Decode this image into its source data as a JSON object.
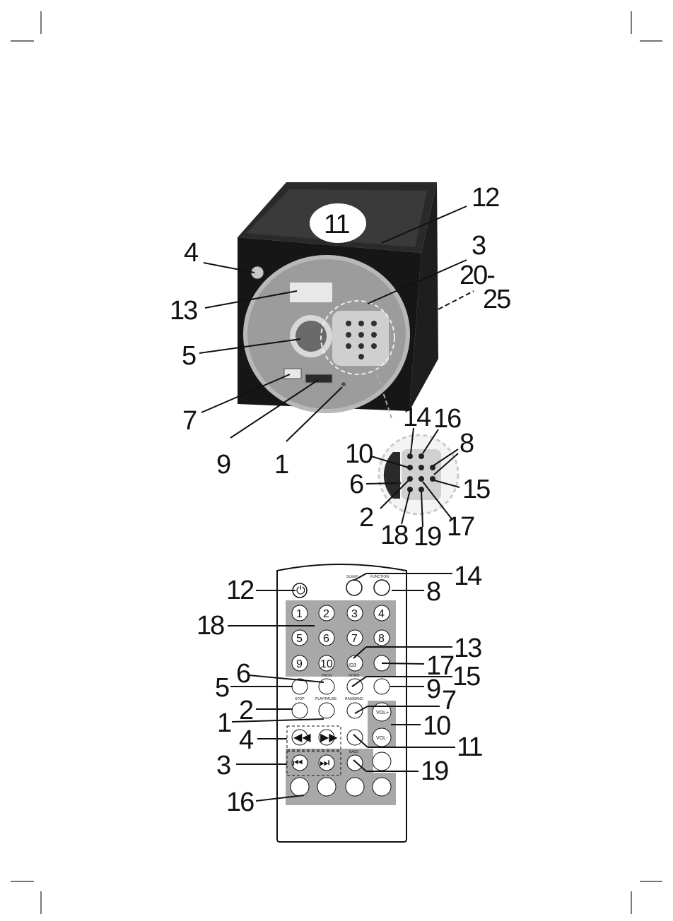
{
  "device": {
    "callouts": [
      "11",
      "12",
      "3",
      "20-",
      "25",
      "4",
      "13",
      "5",
      "7",
      "9",
      "1"
    ]
  },
  "panel": {
    "callouts": [
      "14",
      "16",
      "8",
      "10",
      "6",
      "15",
      "2",
      "18",
      "19",
      "17"
    ]
  },
  "remote": {
    "callouts": [
      "12",
      "14",
      "8",
      "18",
      "13",
      "17",
      "6",
      "15",
      "5",
      "9",
      "2",
      "7",
      "1",
      "10",
      "4",
      "11",
      "3",
      "19",
      "16"
    ],
    "button_labels": {
      "sleep": "SLEEP",
      "function": "FUNCTION",
      "prog": "PROG",
      "intro": "INTRO",
      "stop": "STOP",
      "play_pause": "PLAY/PAUSE",
      "ran_band": "RAN/BAND",
      "vol_plus": "VOL+",
      "vol_minus": "VOL-",
      "bass": "BASS",
      "ten_key": "10",
      "id3": "ID3"
    },
    "number_keys": [
      "1",
      "2",
      "3",
      "4",
      "5",
      "6",
      "7",
      "8",
      "9"
    ]
  }
}
